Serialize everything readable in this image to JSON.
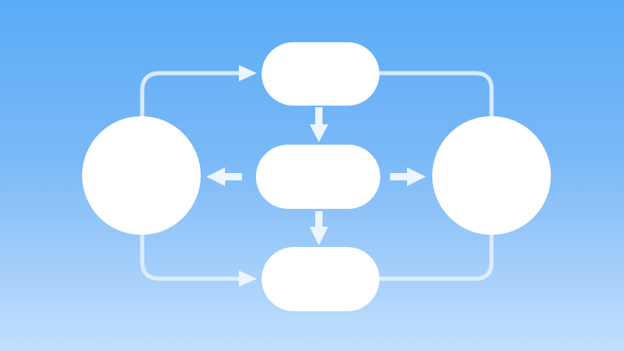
{
  "diagram": {
    "nodes": [
      {
        "id": "left-circle",
        "shape": "circle",
        "label": ""
      },
      {
        "id": "right-circle",
        "shape": "circle",
        "label": ""
      },
      {
        "id": "top-pill",
        "shape": "pill",
        "label": ""
      },
      {
        "id": "center-pill",
        "shape": "pill",
        "label": ""
      },
      {
        "id": "bottom-pill",
        "shape": "pill",
        "label": ""
      }
    ],
    "edges": [
      {
        "from": "left-circle",
        "to": "top-pill"
      },
      {
        "from": "top-pill",
        "to": "right-circle"
      },
      {
        "from": "top-pill",
        "to": "center-pill"
      },
      {
        "from": "center-pill",
        "to": "left-circle"
      },
      {
        "from": "center-pill",
        "to": "right-circle"
      },
      {
        "from": "center-pill",
        "to": "bottom-pill"
      },
      {
        "from": "left-circle",
        "to": "bottom-pill"
      },
      {
        "from": "right-circle",
        "to": "bottom-pill"
      }
    ],
    "colors": {
      "background_top": "#5aabf7",
      "background_bottom": "#c3e0fd",
      "node_fill": "#ffffff",
      "connector": "#e2efff"
    }
  }
}
